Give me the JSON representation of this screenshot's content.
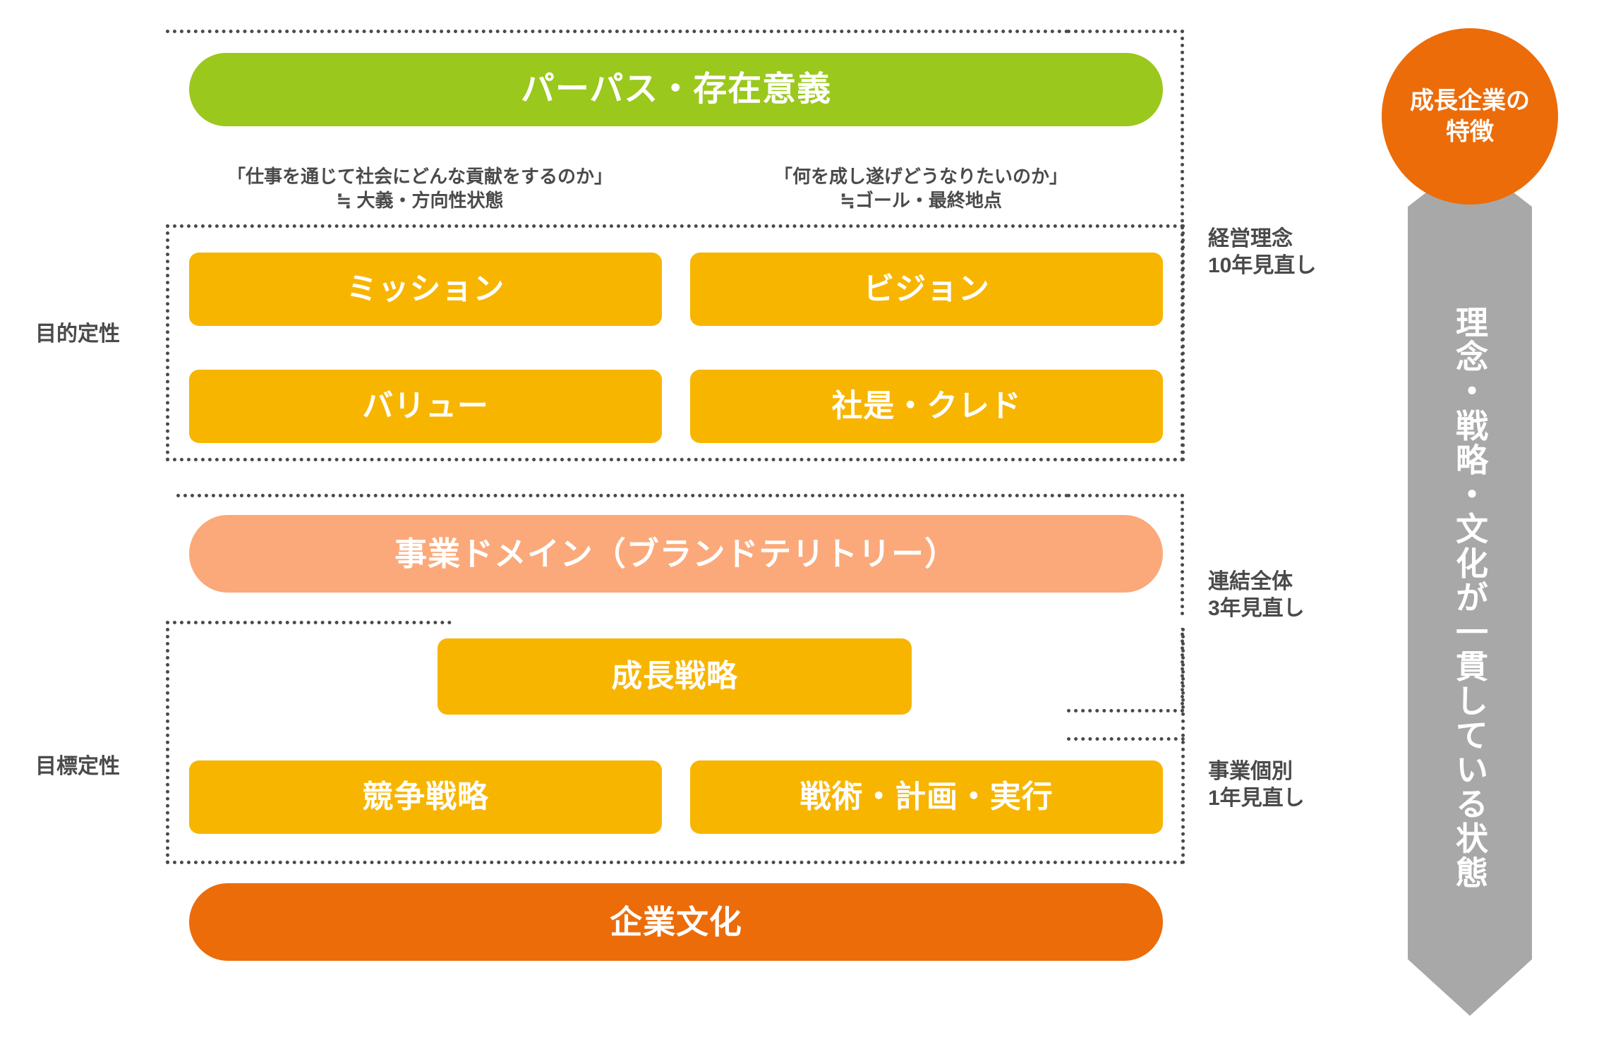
{
  "diagram": {
    "title_bar": {
      "label": "パーパス・存在意義",
      "color": "#9ac81c"
    },
    "annotations": {
      "left": "「仕事を通じて社会にどんな貢献をするのか」\n≒ 大義・方向性状態",
      "right": "「何を成し遂げどうなりたいのか」\n≒ゴール・最終地点"
    },
    "left_labels": {
      "purpose": "目的定性",
      "goal": "目標定性"
    },
    "right_labels": {
      "philosophy": "経営理念\n10年見直し",
      "consolidated": "連結全体\n3年見直し",
      "business_unit": "事業個別\n1年見直し"
    },
    "boxes": {
      "mission": "ミッション",
      "vision": "ビジョン",
      "value": "バリュー",
      "credo": "社是・クレド",
      "domain": "事業ドメイン（ブランドテリトリー）",
      "growth_strategy": "成長戦略",
      "competitive_strategy": "競争戦略",
      "tactics": "戦術・計画・実行",
      "culture": "企業文化"
    },
    "callout": {
      "badge": "成長企業の\n特徴",
      "arrow_text": "理念・戦略・文化が一貫している状態",
      "badge_color": "#ec6c0a",
      "arrow_color": "#a8a8a8"
    },
    "colors": {
      "green": "#9ac81c",
      "amber": "#f7b500",
      "salmon": "#fba97a",
      "orange": "#ec6c0a",
      "gray_text": "#4a4a4a",
      "gray_arrow": "#a8a8a8"
    }
  }
}
